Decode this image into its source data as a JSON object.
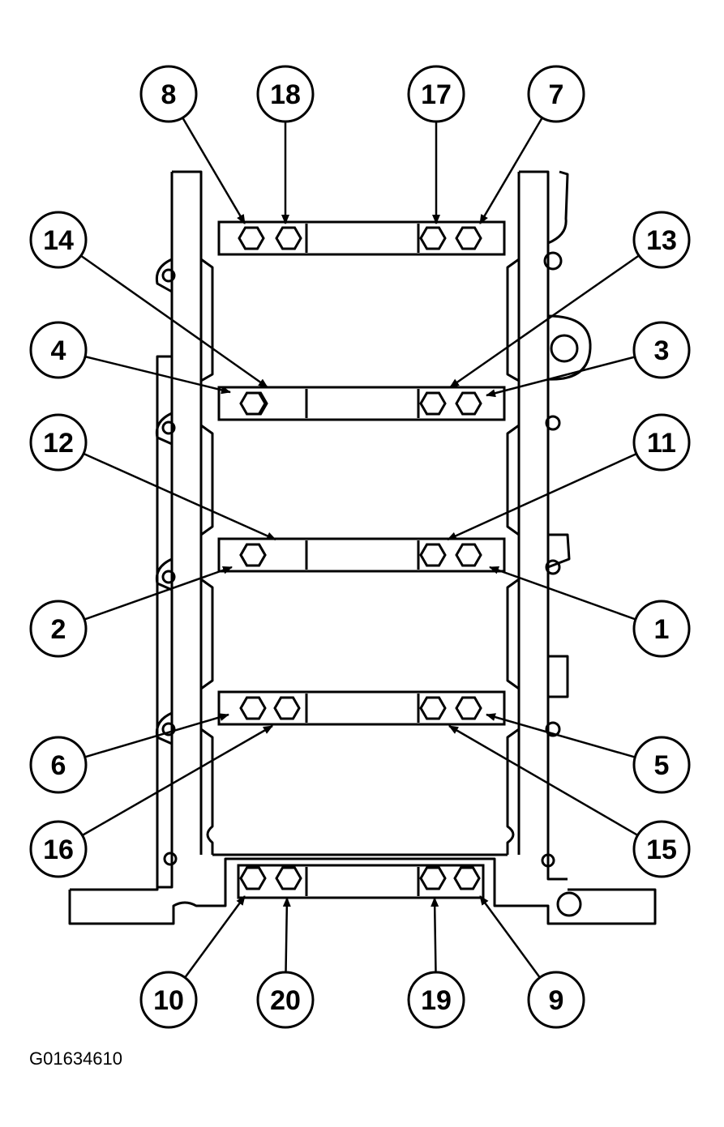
{
  "colors": {
    "ink": "#000000",
    "paper": "#ffffff"
  },
  "diagram": {
    "bolt_callouts": [
      {
        "id": "c8",
        "label": "8"
      },
      {
        "id": "c18",
        "label": "18"
      },
      {
        "id": "c17",
        "label": "17"
      },
      {
        "id": "c7",
        "label": "7"
      },
      {
        "id": "c14",
        "label": "14"
      },
      {
        "id": "c13",
        "label": "13"
      },
      {
        "id": "c4",
        "label": "4"
      },
      {
        "id": "c3",
        "label": "3"
      },
      {
        "id": "c12",
        "label": "12"
      },
      {
        "id": "c11",
        "label": "11"
      },
      {
        "id": "c2",
        "label": "2"
      },
      {
        "id": "c1",
        "label": "1"
      },
      {
        "id": "c6",
        "label": "6"
      },
      {
        "id": "c5",
        "label": "5"
      },
      {
        "id": "c16",
        "label": "16"
      },
      {
        "id": "c15",
        "label": "15"
      },
      {
        "id": "c10",
        "label": "10"
      },
      {
        "id": "c20",
        "label": "20"
      },
      {
        "id": "c19",
        "label": "19"
      },
      {
        "id": "c9",
        "label": "9"
      }
    ]
  },
  "figure_code": "G01634610"
}
